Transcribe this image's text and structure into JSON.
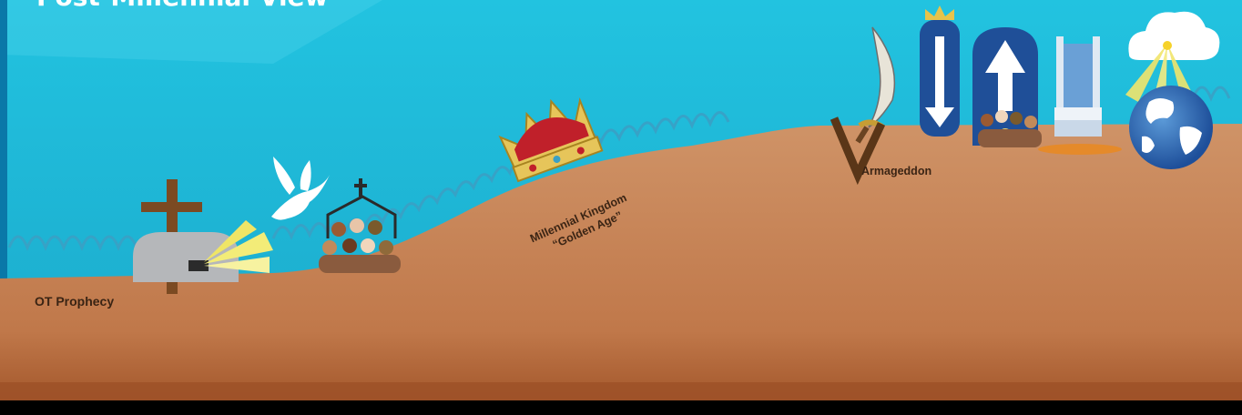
{
  "title": "Post-Millennial View",
  "labels": {
    "ot_prophecy": "OT Prophecy",
    "millennial_line1": "Millennial Kingdom",
    "millennial_line2": "“Golden Age”",
    "armageddon": "Armageddon"
  },
  "colors": {
    "sky": "#1fb7d6",
    "ground": "#c98a5c",
    "ground_dark": "#a8643a",
    "spring_line": "#3aa0c4",
    "side_bar": "#0a78a8"
  },
  "icons": [
    "cross-icon",
    "empty-tomb-icon",
    "dove-icon",
    "church-icon",
    "crowd-icon",
    "crown-icon",
    "sword-icon",
    "descent-arrow-icon",
    "rapture-arrow-icon",
    "throne-icon",
    "lake-of-fire-icon",
    "cloud-light-icon",
    "globe-icon"
  ]
}
